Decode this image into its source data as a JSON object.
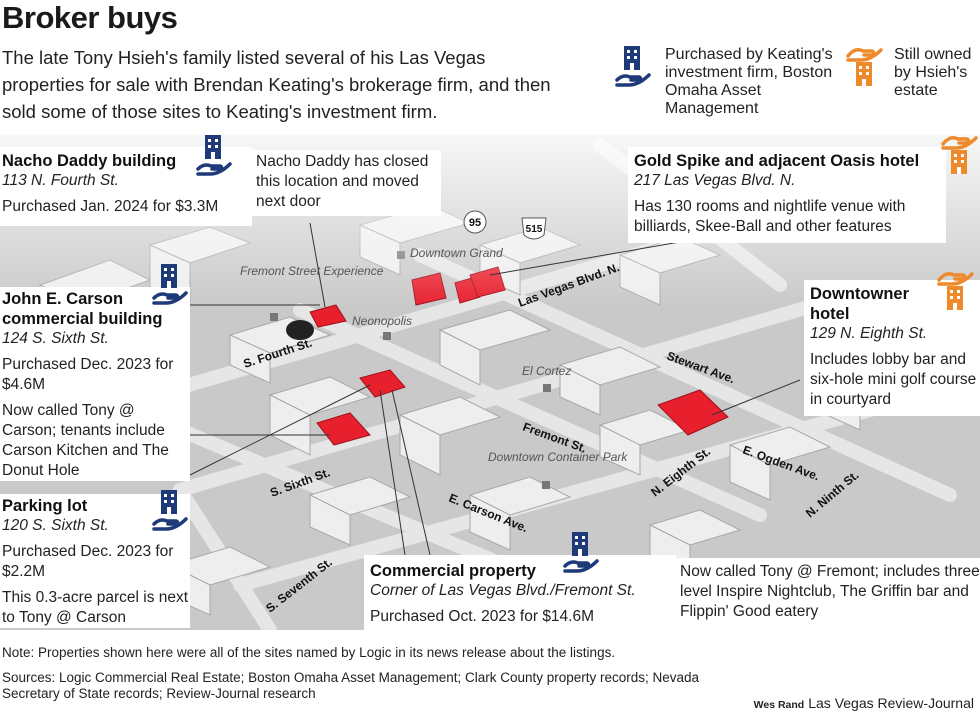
{
  "header": {
    "title": "Broker buys",
    "intro": "The late Tony Hsieh's family listed several of his Las Vegas properties for sale with Brendan Keating's brokerage firm, and then sold some of those sites to Keating's investment firm."
  },
  "legend": {
    "purchased": {
      "label": "Purchased by Keating's investment firm, Boston Omaha Asset Management",
      "icon": "blue-building-hand-icon",
      "color": "#1e3a78"
    },
    "owned": {
      "label": "Still owned by Hsieh's estate",
      "icon": "orange-building-hand-icon",
      "color": "#ee8a2b"
    }
  },
  "colors": {
    "highlight": "#e8202e",
    "building": "#eeeeee",
    "road": "#d0d0d0"
  },
  "map": {
    "streets": {
      "fourth": "S. Fourth St.",
      "lvblvd": "Las Vegas Blvd. N.",
      "stewart": "Stewart Ave.",
      "fremont": "Fremont St.",
      "sixth": "S. Sixth St.",
      "carson": "E. Carson Ave.",
      "eighth": "N. Eighth St.",
      "ogden": "E. Ogden Ave.",
      "ninth": "N. Ninth St.",
      "seventh": "S. Seventh St."
    },
    "shields": {
      "us95": "95",
      "i515": "515"
    },
    "places": {
      "dtgrand": "Downtown Grand",
      "fremont_exp": "Fremont Street Experience",
      "neonopolis": "Neonopolis",
      "elcortez": "El Cortez",
      "container": "Downtown Container Park"
    }
  },
  "callouts": {
    "nacho": {
      "name": "Nacho Daddy building",
      "address": "113 N. Fourth St.",
      "purchase": "Purchased Jan. 2024 for $3.3M",
      "note": "Nacho Daddy has closed this location and moved next door"
    },
    "carson": {
      "name": "John E. Carson commercial building",
      "address": "124 S. Sixth St.",
      "purchase": "Purchased Dec. 2023 for $4.6M",
      "note": "Now called Tony @ Carson; tenants include Carson Kitchen and The Donut Hole"
    },
    "parking": {
      "name": "Parking lot",
      "address": "120 S. Sixth St.",
      "purchase": "Purchased Dec. 2023 for $2.2M",
      "note": "This 0.3-acre parcel is next to Tony @ Carson"
    },
    "commercial": {
      "name": "Commercial property",
      "address": "Corner of Las Vegas Blvd./Fremont St.",
      "purchase": "Purchased Oct. 2023 for $14.6M",
      "note": "Now called Tony @ Fremont; includes three-level Inspire Nightclub, The Griffin bar and Flippin' Good eatery"
    },
    "goldspike": {
      "name": "Gold Spike and adjacent Oasis hotel",
      "address": "217 Las Vegas Blvd. N.",
      "note": "Has 130 rooms and nightlife venue with billiards, Skee-Ball and other features"
    },
    "downtowner": {
      "name": "Downtowner hotel",
      "address": "129 N. Eighth St.",
      "note": "Includes lobby bar and six-hole mini golf course in courtyard"
    }
  },
  "footer": {
    "note": "Note: Properties shown here were all of the sites named by Logic in its news release about the listings.",
    "sources": "Sources: Logic Commercial Real Estate; Boston Omaha Asset Management; Clark County property records; Nevada Secretary of State records; Review-Journal research",
    "artist": "Wes Rand",
    "publication": "Las Vegas Review-Journal"
  }
}
